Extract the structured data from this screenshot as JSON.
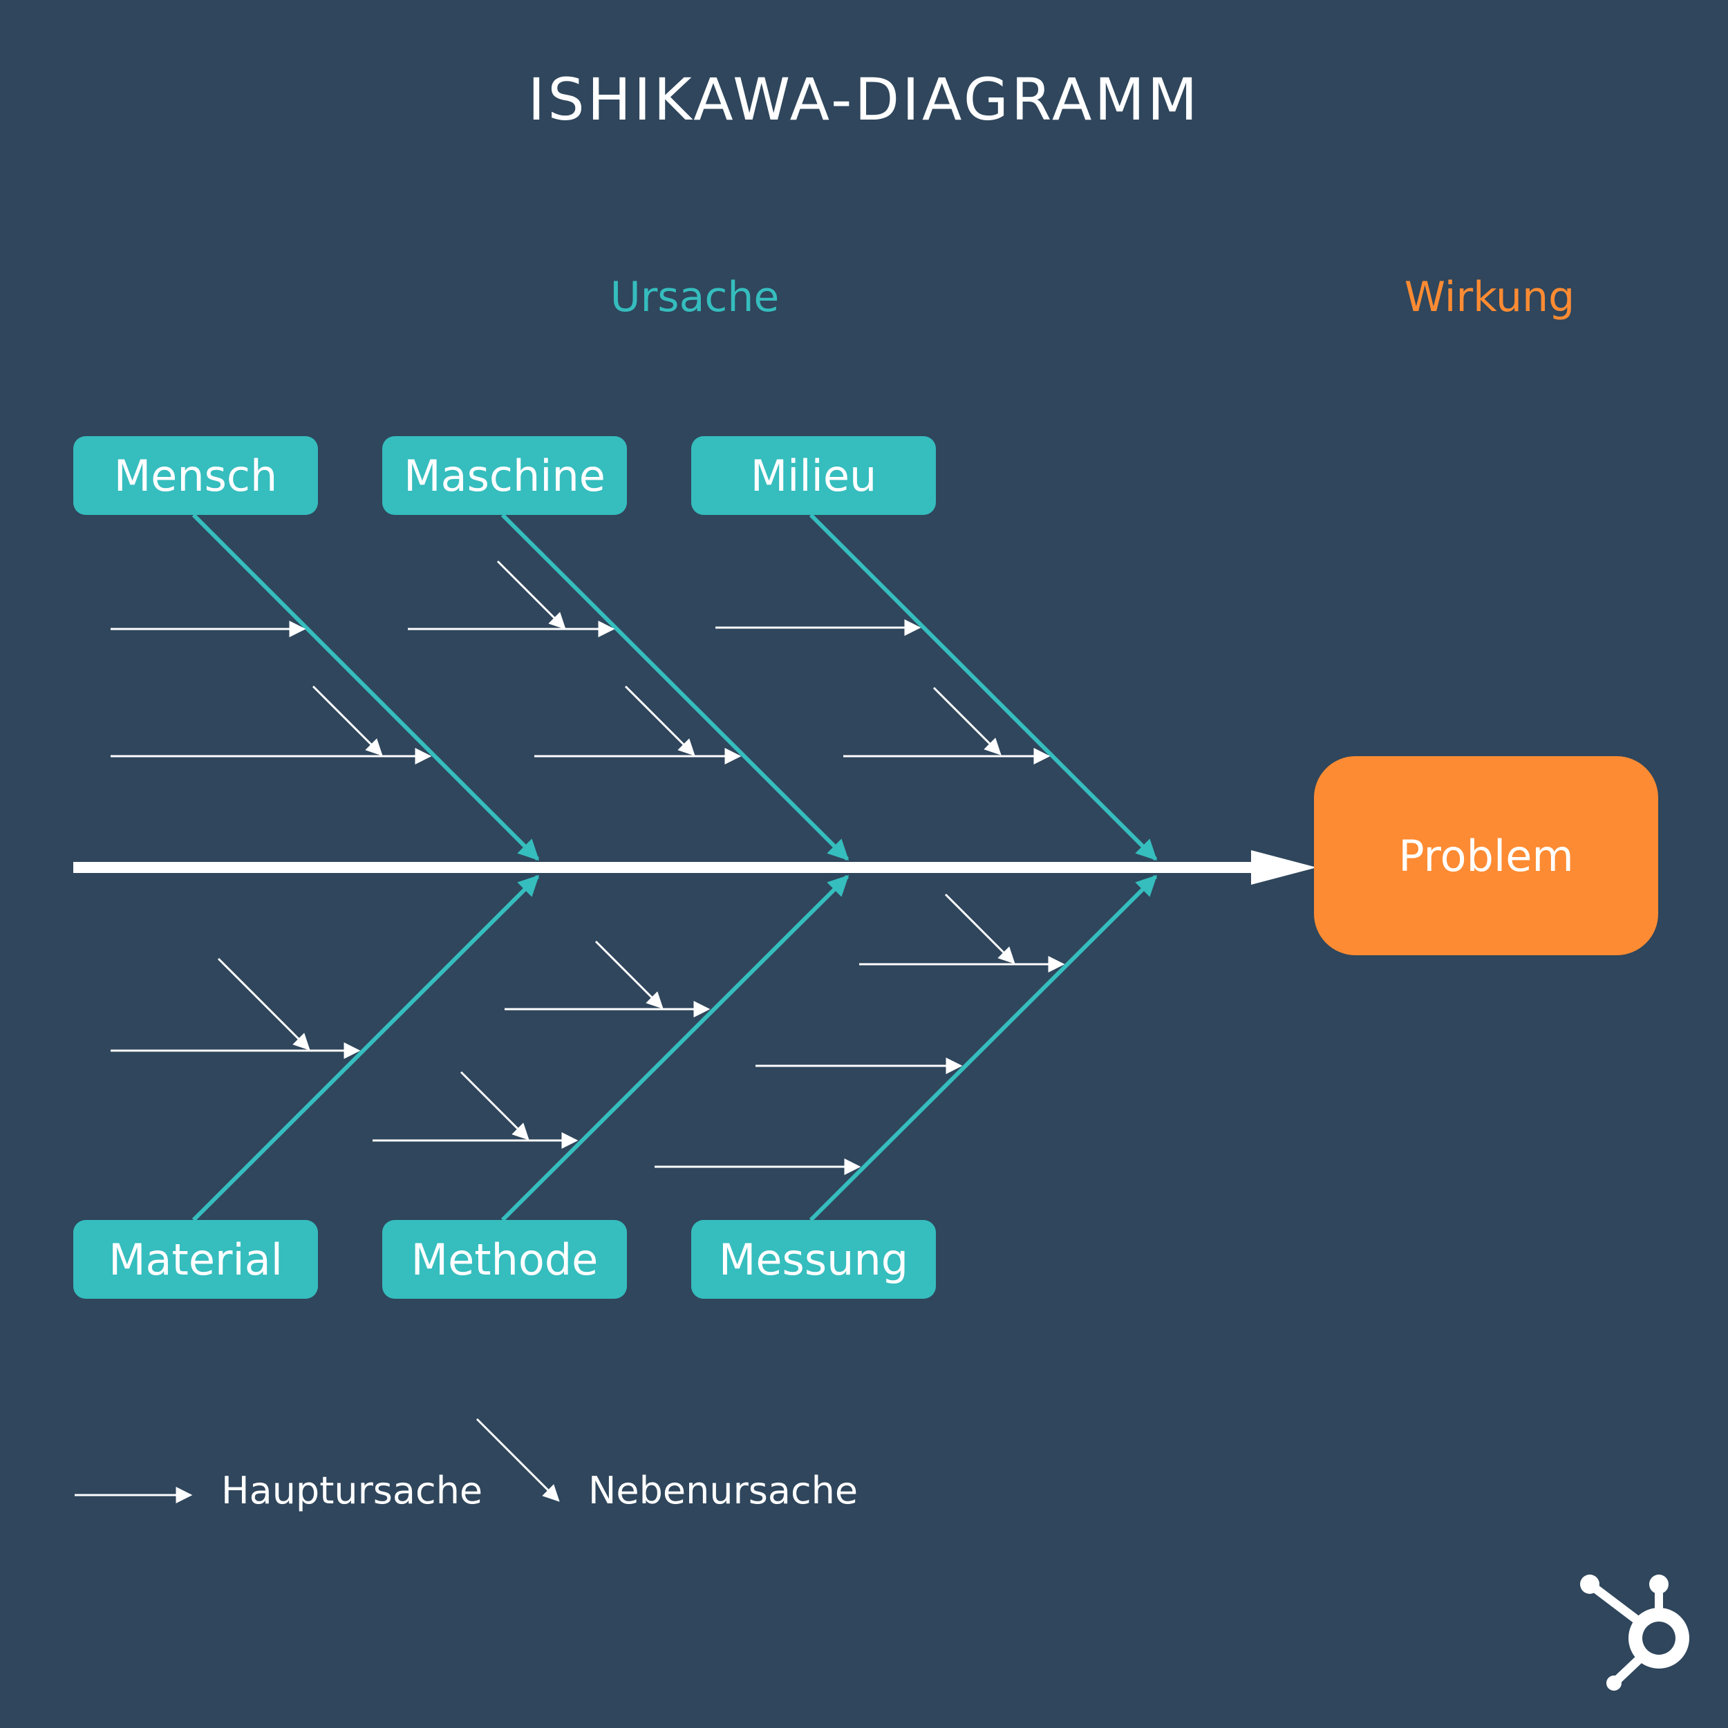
{
  "title": "ISHIKAWA-DIAGRAMM",
  "labels": {
    "cause": "Ursache",
    "effect": "Wirkung"
  },
  "categories": {
    "top": [
      "Mensch",
      "Maschine",
      "Milieu"
    ],
    "bottom": [
      "Material",
      "Methode",
      "Messung"
    ]
  },
  "effect_box": "Problem",
  "legend": {
    "main_cause": "Hauptursache",
    "side_cause": "Nebenursache"
  },
  "colors": {
    "background": "#2f465c",
    "teal": "#36bdbe",
    "orange": "#fd8b33",
    "white": "#ffffff"
  },
  "brand_icon": "hubspot-logo-icon"
}
